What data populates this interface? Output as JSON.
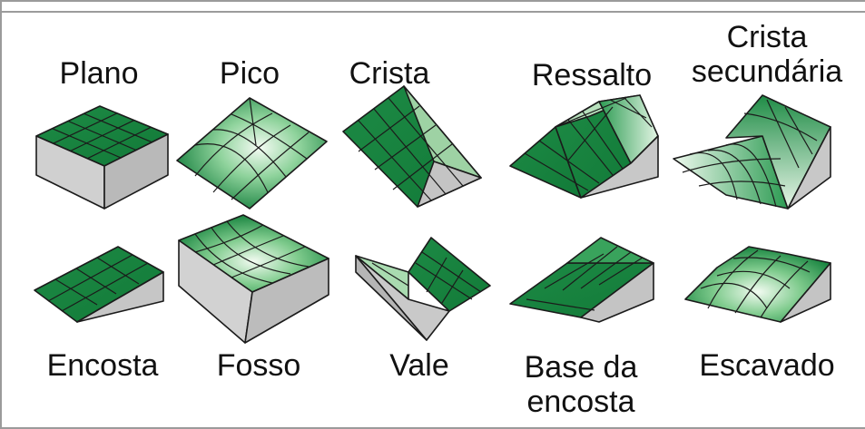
{
  "labels": {
    "plano": "Plano",
    "pico": "Pico",
    "crista": "Crista",
    "ressalto": "Ressalto",
    "crista_secundaria": "Crista secundária",
    "encosta": "Encosta",
    "fosso": "Fosso",
    "vale": "Vale",
    "base_da_encosta": "Base da encosta",
    "escavado": "Escavado"
  },
  "colors": {
    "surface_dark": "#1f8a45",
    "surface_light": "#e9f6ea",
    "side_gray": "#c9c9c9",
    "outline": "#1b1b1b"
  }
}
